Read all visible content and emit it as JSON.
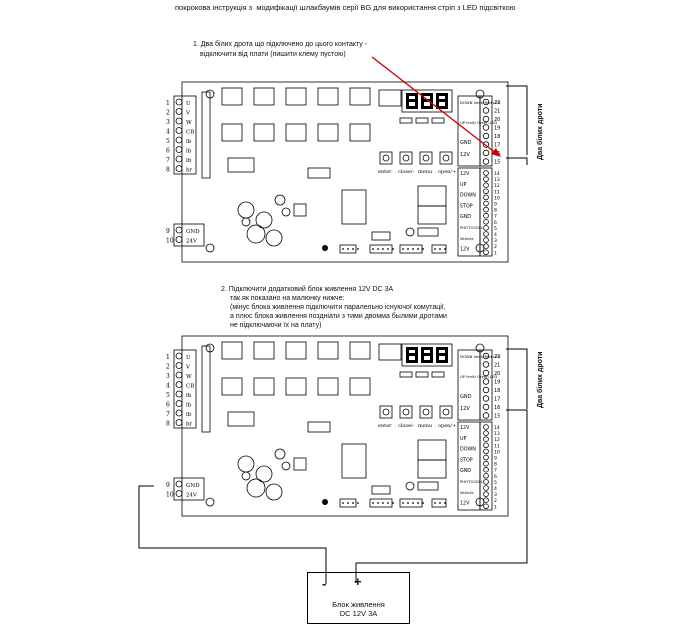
{
  "title": "покрокова інструкція з  модифікації шлакбаумів серії BG для використання стріп з LED підсвіткою",
  "step1": {
    "line1": "1. Два білих дрота що підключено до цього контакту -",
    "line2": "відключити від плати (пишити клему пустою)"
  },
  "step2": {
    "line1": "2. Підключити додатковий блок живлення 12V DC 3A",
    "line2": "так як показано на малюнку нижче:",
    "line3": "(мінус блока живлення підключити паралельно існуючої комутації,",
    "line4": "а плюс блока живлення поздніати з тими двомма былими дротами",
    "line5": "не підключаючи їх на плату)"
  },
  "wire_label": "Два білих дроти",
  "board": {
    "left_terminals": [
      "U",
      "V",
      "W",
      "CB",
      "lb",
      "lb",
      "lb",
      "br"
    ],
    "left_numbers": [
      "1",
      "2",
      "3",
      "4",
      "5",
      "6",
      "7",
      "8"
    ],
    "power_terminal": [
      "GND",
      "24V"
    ],
    "power_numbers": [
      "9",
      "10"
    ],
    "buttons": [
      "enter",
      "close/-",
      "menu",
      "open/+"
    ],
    "right_top_labels": [
      "DOWN limit/ Red LED",
      "UP limit/ Green LED",
      "GND",
      "12V"
    ],
    "right_top_numbers": [
      "22",
      "21",
      "20",
      "19",
      "18",
      "17",
      "16",
      "15"
    ],
    "right_bottom_labels": [
      "12V",
      "UP",
      "DOWN",
      "STOP",
      "GND",
      "PHOTOCELL",
      "Vehicle",
      "12V"
    ],
    "right_bottom_numbers": [
      "14",
      "13",
      "12",
      "11",
      "10",
      "9",
      "8",
      "7",
      "6",
      "5",
      "4",
      "3",
      "2",
      "1"
    ]
  },
  "psu": {
    "minus": "-",
    "plus": "+",
    "label_line1": "Блок живлення",
    "label_line2": "DC 12V  3A"
  },
  "colors": {
    "arrow": "#cc0000",
    "line": "#000000"
  }
}
